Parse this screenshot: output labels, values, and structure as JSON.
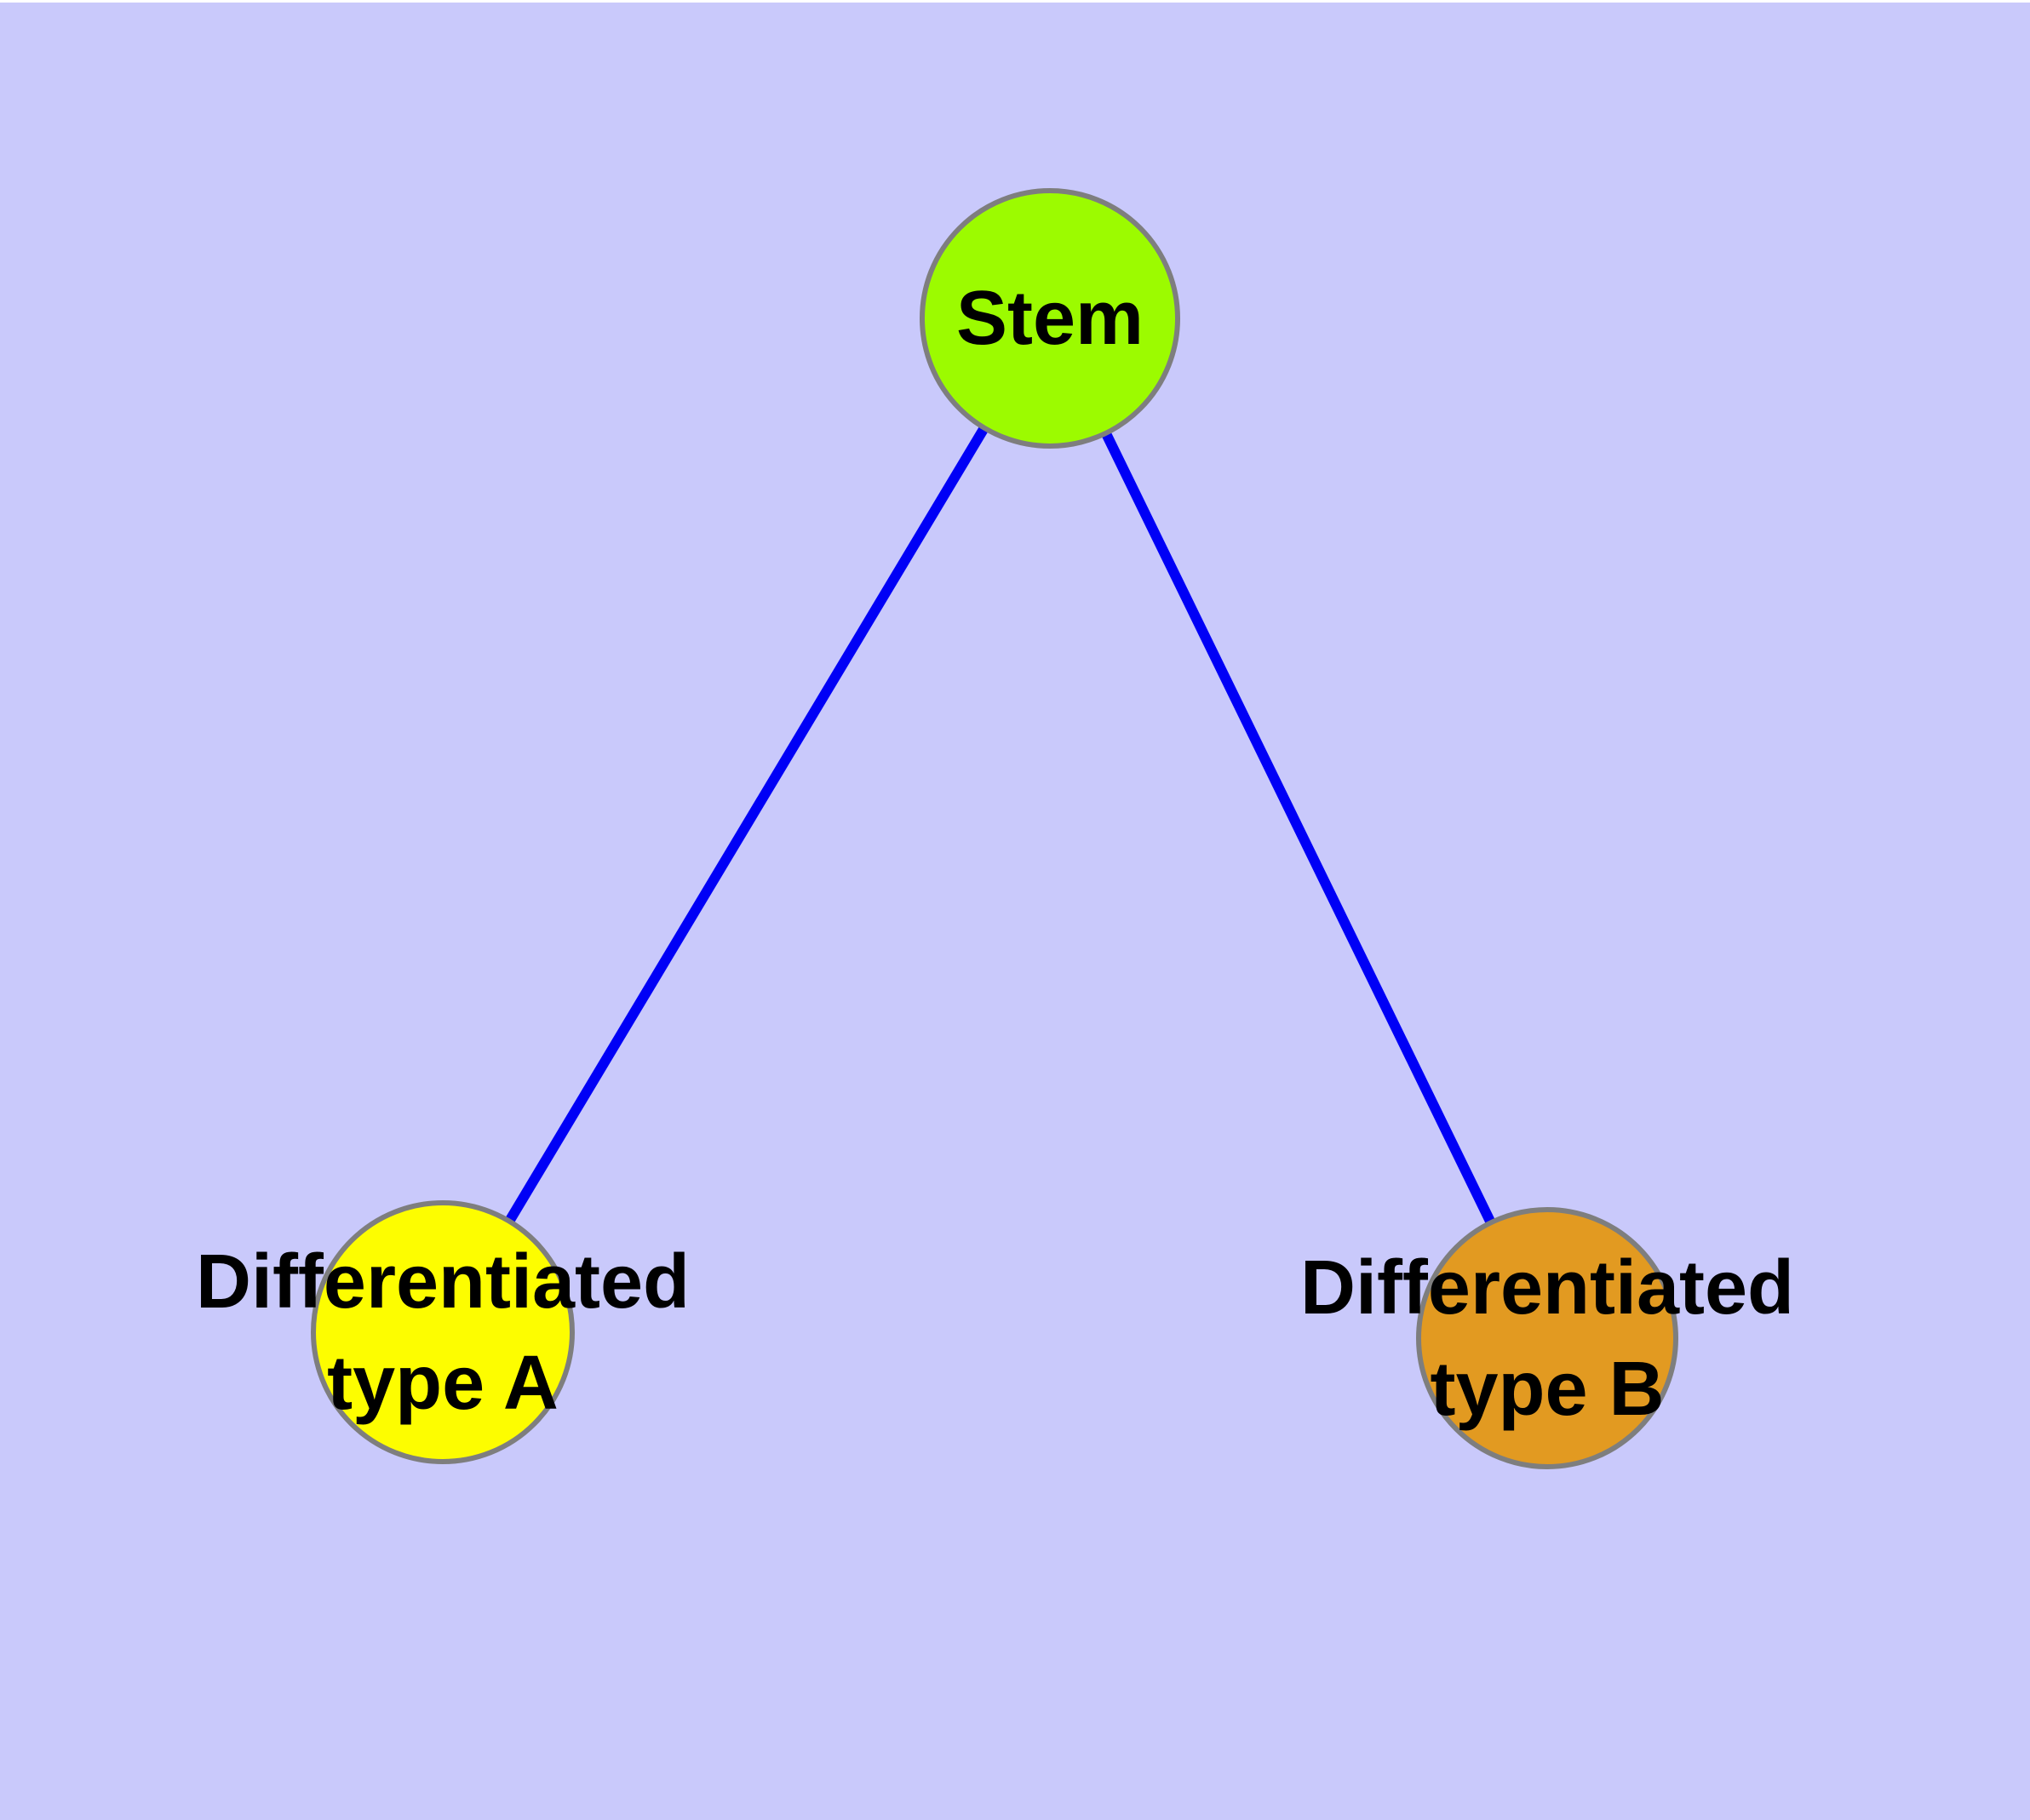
{
  "diagram": {
    "background_color": "#c9c9fb",
    "top_margin_color": "#ffffff",
    "edge_color": "#0000f6",
    "node_border_color": "#7e7e7e",
    "label_color": "#000000",
    "nodes": [
      {
        "id": "stem",
        "label": "Stem",
        "fill": "#9cfb00"
      },
      {
        "id": "differentiated-type-a",
        "label_line1": "Differentiated",
        "label_line2": "type A",
        "fill": "#fdfd00"
      },
      {
        "id": "differentiated-type-b",
        "label_line1": "Differentiated",
        "label_line2": "type B",
        "fill": "#e29a21"
      }
    ],
    "edges": [
      {
        "from": "stem",
        "to": "differentiated-type-a"
      },
      {
        "from": "stem",
        "to": "differentiated-type-b"
      }
    ]
  }
}
